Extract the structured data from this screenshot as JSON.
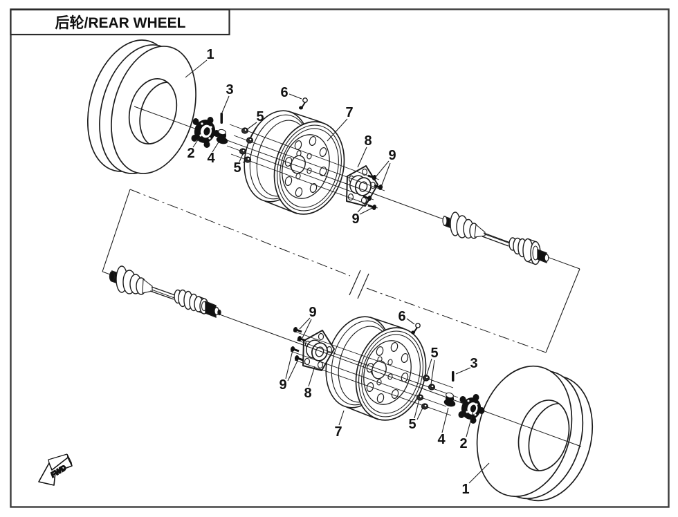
{
  "title": "后轮/REAR WHEEL",
  "fwd_label": "FWD",
  "callouts": {
    "c1": "1",
    "c2": "2",
    "c3": "3",
    "c4": "4",
    "c5": "5",
    "c6": "6",
    "c7": "7",
    "c8": "8",
    "c9": "9"
  },
  "colors": {
    "line": "#1c1c1c",
    "dark_fill": "#111111",
    "background": "#ffffff"
  }
}
